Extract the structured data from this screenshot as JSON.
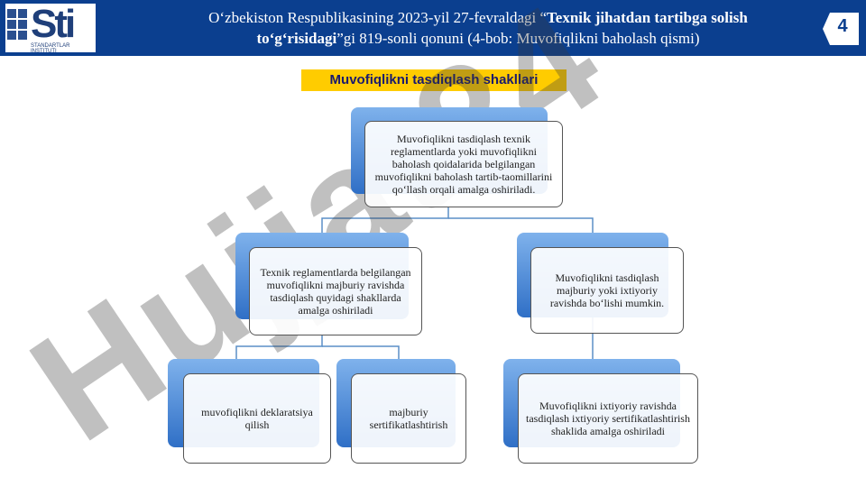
{
  "header": {
    "title_part1": "O‘zbekiston Respublikasining 2023-yil 27-fevraldagi “",
    "title_bold1": "Texnik jihatdan tartibga solish",
    "title_bold2": "to‘g‘risidagi",
    "title_part2": "”gi 819-sonli qonuni (4-bob: Muvofiqlikni baholash qismi)",
    "page_number": "4",
    "logo_text": "Sti",
    "logo_subtext": "STANDARTLAR INSTITUTI"
  },
  "section_title": "Muvofiqlikni tasdiqlash shakllari",
  "watermark": {
    "text": "Hujjat24"
  },
  "diagram": {
    "root": "Muvofiqlikni tasdiqlash texnik reglamentlarda yoki muvofiqlikni baholash qoidalarida belgilangan muvofiqlikni baholash tartib-taomillarini qo‘llash orqali amalga oshiriladi.",
    "left": "Texnik reglamentlarda belgilangan muvofiqlikni majburiy ravishda tasdiqlash quyidagi shakllarda amalga oshiriladi",
    "right": "Muvofiqlikni tasdiqlash majburiy yoki ixtiyoriy ravishda bo‘lishi mumkin.",
    "left_child1": "muvofiqlikni deklaratsiya qilish",
    "left_child2": "majburiy sertifikatlashtirish",
    "right_child": "Muvofiqlikni ixtiyoriy ravishda tasdiqlash ixtiyoriy sertifikatlashtirish shaklida amalga oshiriladi"
  },
  "colors": {
    "header_bg": "#0b3f8f",
    "accent_yellow": "#ffcc00",
    "card_shadow_blue": "#2f6fc6",
    "connector": "#5b8fc7"
  }
}
